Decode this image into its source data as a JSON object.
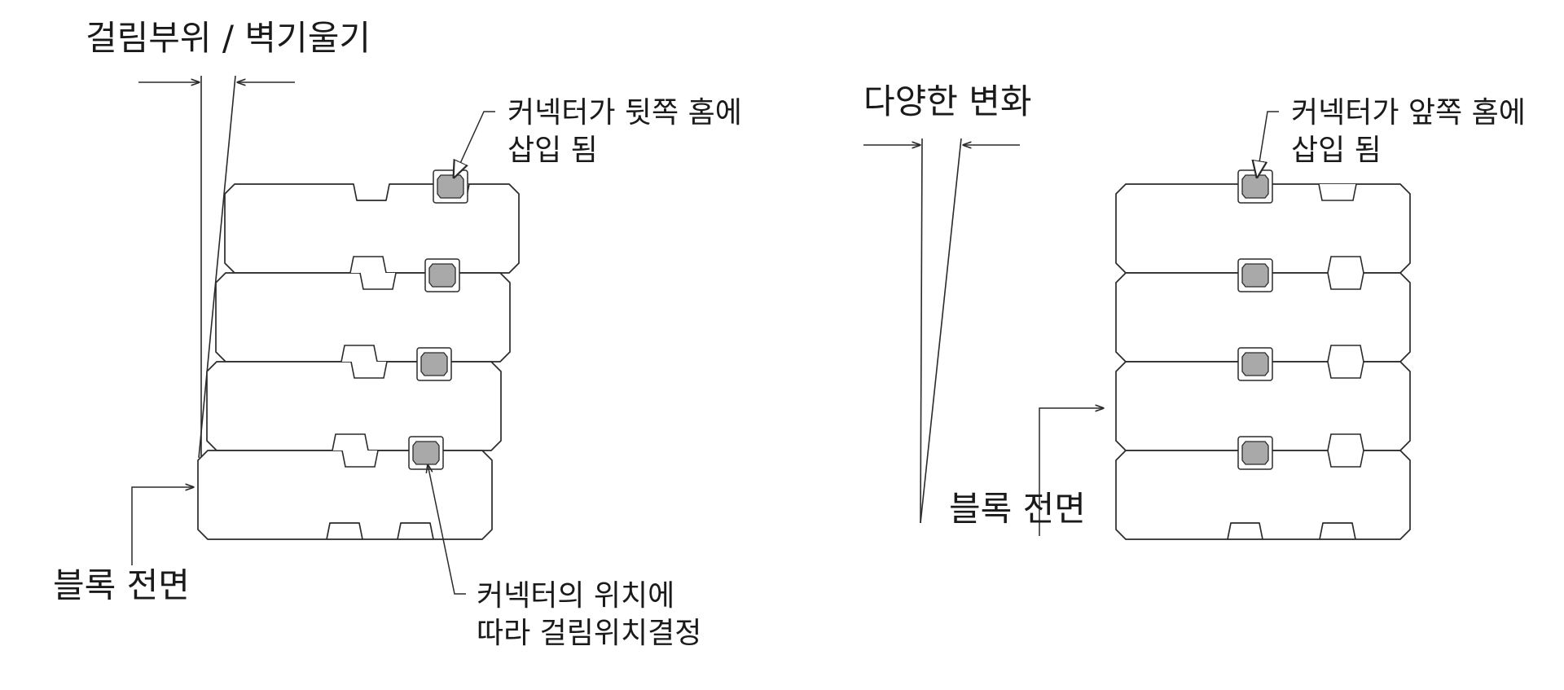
{
  "colors": {
    "line": "#2a2a2a",
    "connector_fill": "#a9a9a9",
    "background": "#ffffff"
  },
  "left_panel": {
    "title": "걸림부위 / 벽기울기",
    "callout_top_line1": "커넥터가 뒷쪽 홈에",
    "callout_top_line2": "삽입 됨",
    "front_label": "블록 전면",
    "callout_bottom_line1": "커넥터의 위치에",
    "callout_bottom_line2": "따라 걸림위치결정"
  },
  "right_panel": {
    "title": "다양한 변화",
    "callout_top_line1": "커넥터가 앞쪽 홈에",
    "callout_top_line2": "삽입 됨",
    "front_label": "블록 전면"
  }
}
